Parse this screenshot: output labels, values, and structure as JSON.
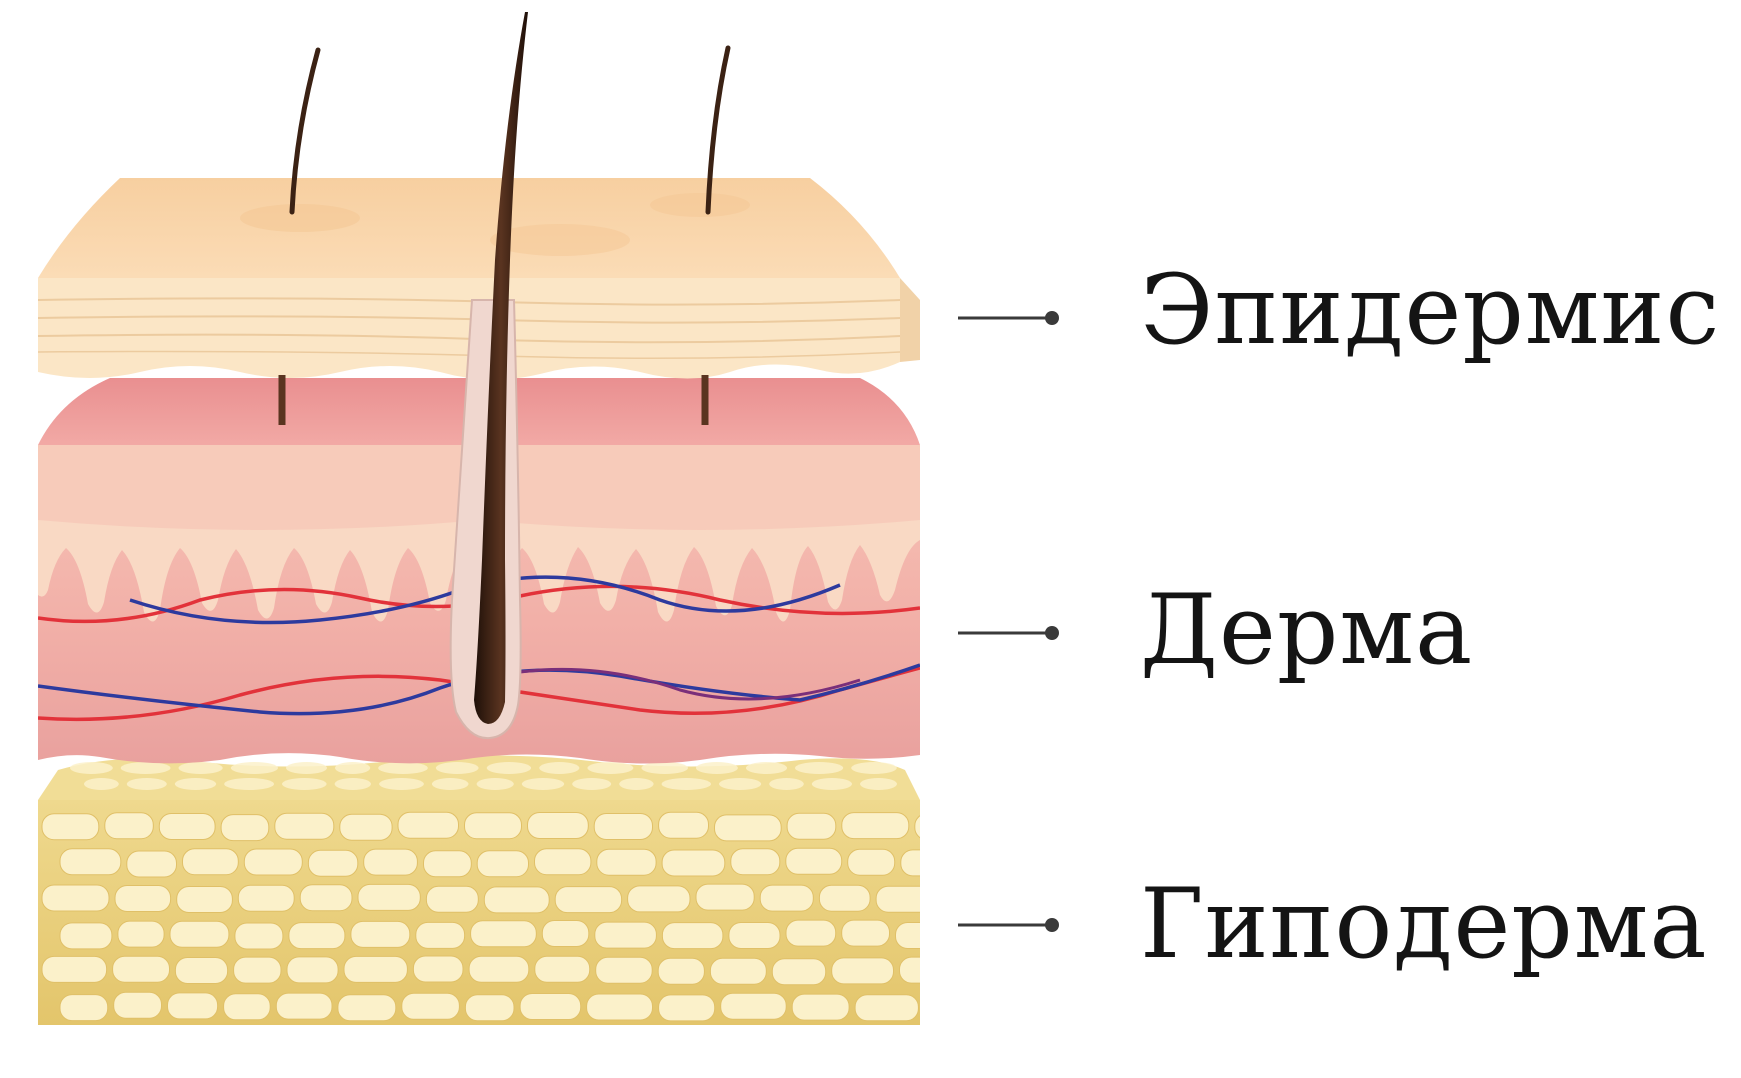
{
  "labels": {
    "epidermis": "Эпидермис",
    "dermis": "Дерма",
    "hypodermis": "Гиподерма"
  },
  "colors": {
    "epidermis_top": "#f9d3a6",
    "epidermis_front": "#fae6c5",
    "dermis_top": "#ef9f9d",
    "dermis_front": "#f4b7ad",
    "dermis_deep": "#eea3a0",
    "hypodermis_bg": "#e9cf7b",
    "fat_cell": "#fbf1ca",
    "hair": "#3b2214",
    "artery": "#e2323a",
    "vein": "#2d3a9e",
    "leader_line": "#3a3a3a"
  }
}
